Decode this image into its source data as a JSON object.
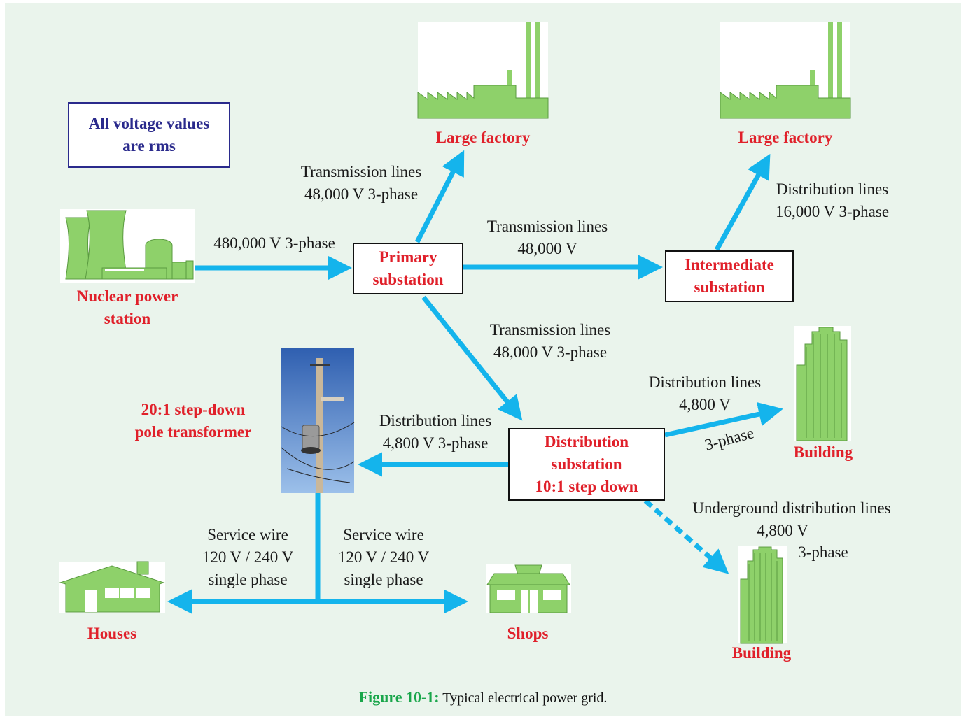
{
  "note": {
    "line1": "All voltage values",
    "line2": "are rms"
  },
  "nodes": {
    "nuclear": {
      "line1": "Nuclear power",
      "line2": "station"
    },
    "factory1": {
      "label": "Large factory"
    },
    "factory2": {
      "label": "Large factory"
    },
    "primary": {
      "line1": "Primary",
      "line2": "substation"
    },
    "intermediate": {
      "line1": "Intermediate",
      "line2": "substation"
    },
    "distribution": {
      "line1": "Distribution",
      "line2": "substation",
      "line3": "10:1 step down"
    },
    "pole": {
      "line1": "20:1 step-down",
      "line2": "pole transformer"
    },
    "building1": {
      "label": "Building"
    },
    "building2": {
      "label": "Building"
    },
    "houses": {
      "label": "Houses"
    },
    "shops": {
      "label": "Shops"
    }
  },
  "edges": {
    "nuclear_primary": {
      "line1": "480,000 V 3-phase"
    },
    "primary_factory": {
      "line1": "Transmission lines",
      "line2": "48,000 V 3-phase"
    },
    "primary_intermediate": {
      "line1": "Transmission lines",
      "line2": "48,000 V"
    },
    "intermediate_factory": {
      "line1": "Distribution lines",
      "line2": "16,000 V 3-phase"
    },
    "primary_distribution": {
      "line1": "Transmission lines",
      "line2": "48,000 V 3-phase"
    },
    "distribution_building": {
      "line1": "Distribution lines",
      "line2": "4,800 V",
      "line3": "3-phase"
    },
    "distribution_pole": {
      "line1": "Distribution lines",
      "line2": "4,800 V 3-phase"
    },
    "underground": {
      "line1": "Underground distribution lines",
      "line2": "4,800 V",
      "line3": "3-phase"
    },
    "service_houses": {
      "line1": "Service wire",
      "line2": "120 V / 240 V",
      "line3": "single phase"
    },
    "service_shops": {
      "line1": "Service wire",
      "line2": "120 V / 240 V",
      "line3": "single phase"
    }
  },
  "caption": {
    "figure": "Figure 10-1:",
    "text": " Typical electrical power grid."
  },
  "colors": {
    "arrow": "#14b4ec",
    "label_red": "#e0202a",
    "icon_green": "#8ed16a",
    "note_blue": "#2a2a8c",
    "caption_green": "#1aa64b",
    "background": "#eaf4ec"
  }
}
